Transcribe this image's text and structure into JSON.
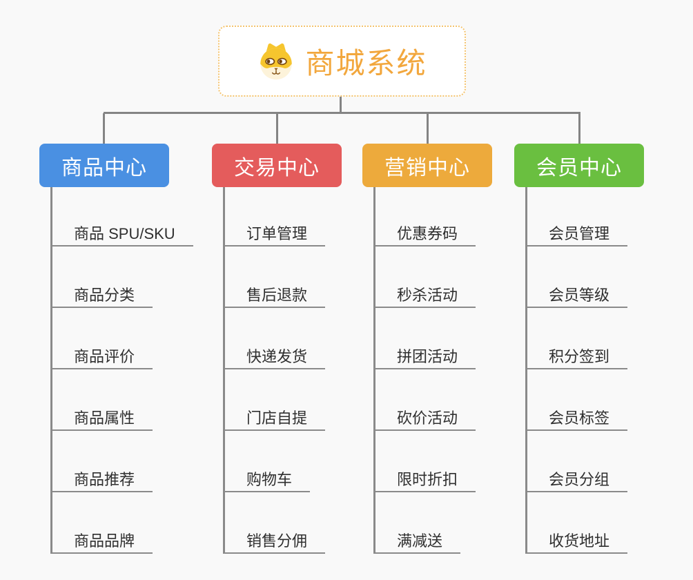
{
  "root": {
    "label": "商城系统",
    "icon": "shiba-dog-icon",
    "accent_color": "#f2a73d",
    "border_color": "#f4c36d"
  },
  "branches": [
    {
      "label": "商品中心",
      "color": "#4a90e2",
      "items": [
        "商品 SPU/SKU",
        "商品分类",
        "商品评价",
        "商品属性",
        "商品推荐",
        "商品品牌"
      ]
    },
    {
      "label": "交易中心",
      "color": "#e45c5c",
      "items": [
        "订单管理",
        "售后退款",
        "快递发货",
        "门店自提",
        "购物车",
        "销售分佣"
      ]
    },
    {
      "label": "营销中心",
      "color": "#edaa3c",
      "items": [
        "优惠券码",
        "秒杀活动",
        "拼团活动",
        "砍价活动",
        "限时折扣",
        "满减送"
      ]
    },
    {
      "label": "会员中心",
      "color": "#6abf40",
      "items": [
        "会员管理",
        "会员等级",
        "积分签到",
        "会员标签",
        "会员分组",
        "收货地址"
      ]
    }
  ],
  "colors": {
    "background": "#f9f9f9",
    "connector": "#848484",
    "underline": "#8a8a8a",
    "item_text": "#2f2f2f",
    "node_text": "#ffffff"
  }
}
